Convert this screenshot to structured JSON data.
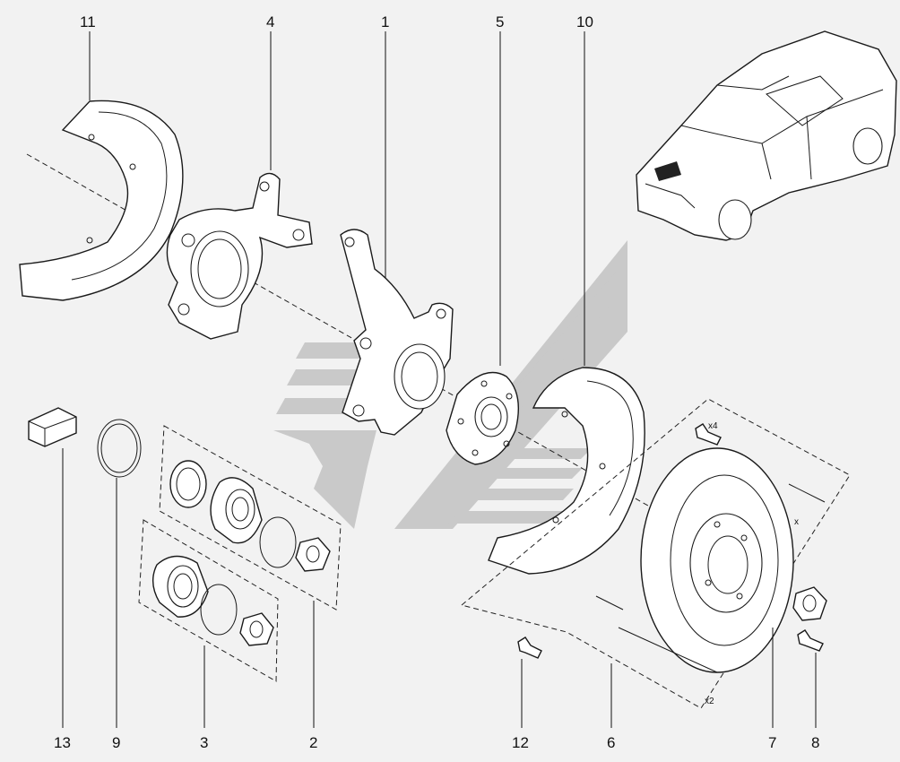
{
  "diagram": {
    "callouts": [
      {
        "id": "11",
        "label": "11"
      },
      {
        "id": "4",
        "label": "4"
      },
      {
        "id": "1",
        "label": "1"
      },
      {
        "id": "5",
        "label": "5"
      },
      {
        "id": "10",
        "label": "10"
      },
      {
        "id": "13",
        "label": "13"
      },
      {
        "id": "9",
        "label": "9"
      },
      {
        "id": "3",
        "label": "3"
      },
      {
        "id": "2",
        "label": "2"
      },
      {
        "id": "12",
        "label": "12"
      },
      {
        "id": "6",
        "label": "6"
      },
      {
        "id": "7",
        "label": "7"
      },
      {
        "id": "8",
        "label": "8"
      }
    ],
    "quantity_labels": {
      "bolt_qty": "x4",
      "disc_qty": "x2",
      "dim_x": "x"
    },
    "colors": {
      "line": "#1a1a1a",
      "background": "#f2f2f2",
      "watermark": "#c8c8c8"
    }
  }
}
